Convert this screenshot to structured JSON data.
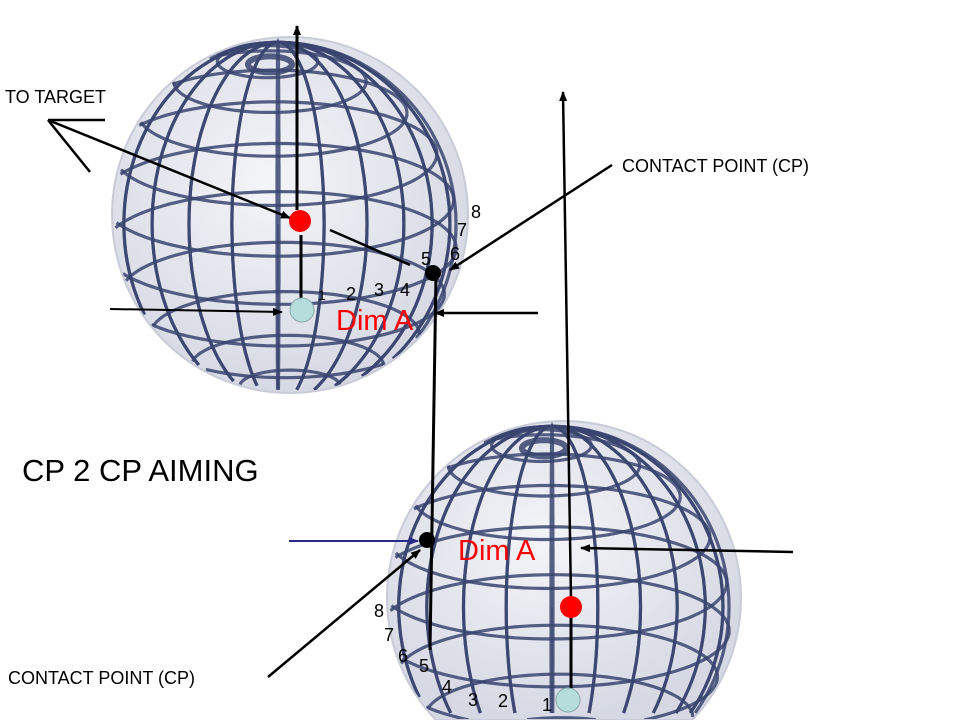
{
  "title": "CP 2 CP AIMING",
  "labels": {
    "to_target": "TO TARGET",
    "contact_point_top": "CONTACT POINT (CP)",
    "contact_point_bottom": "CONTACT POINT (CP)",
    "dim_a_top": "Dim A",
    "dim_a_bottom": "Dim A"
  },
  "top_numbers": [
    "1",
    "2",
    "3",
    "4",
    "5",
    "6",
    "7",
    "8"
  ],
  "bottom_numbers": [
    "1",
    "2",
    "3",
    "4",
    "5",
    "6",
    "7",
    "8"
  ],
  "colors": {
    "object_ball": "#ff0000",
    "cue_ball": "#b7dcdc",
    "contact_point": "#000000",
    "dim_label": "#ff0000",
    "grid": "#3a4470",
    "blue_arrow": "#2a2a8a"
  }
}
